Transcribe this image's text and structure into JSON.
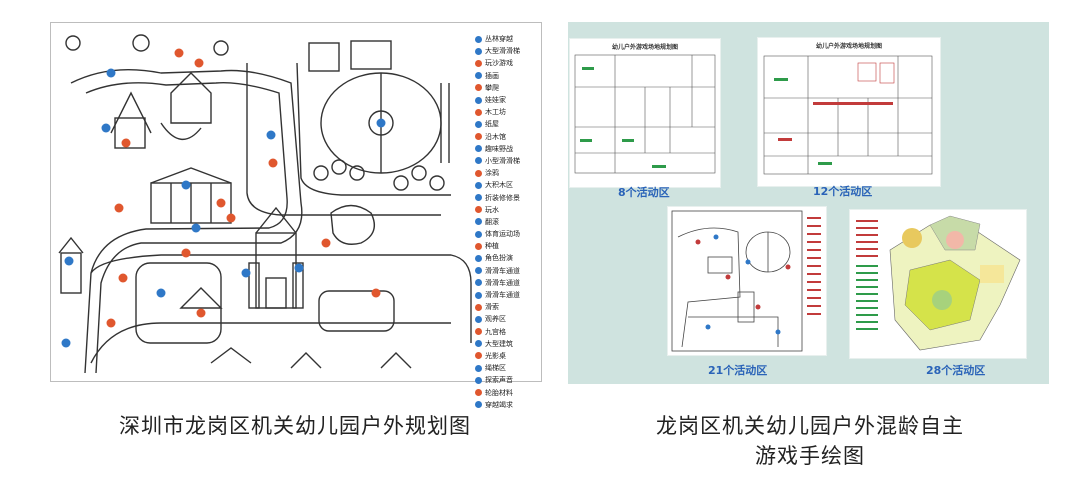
{
  "left_legend": [
    {
      "label": "丛林穿越",
      "color": "#2f78c7"
    },
    {
      "label": "大型滑滑梯",
      "color": "#2f78c7"
    },
    {
      "label": "玩沙游戏",
      "color": "#e0572e"
    },
    {
      "label": "插画",
      "color": "#2f78c7"
    },
    {
      "label": "攀爬",
      "color": "#e0572e"
    },
    {
      "label": "娃娃家",
      "color": "#2f78c7"
    },
    {
      "label": "木工坊",
      "color": "#e0572e"
    },
    {
      "label": "纸屋",
      "color": "#2f78c7"
    },
    {
      "label": "沿木馆",
      "color": "#e0572e"
    },
    {
      "label": "趣味野战",
      "color": "#2f78c7"
    },
    {
      "label": "小型滑滑梯",
      "color": "#2f78c7"
    },
    {
      "label": "涂鸦",
      "color": "#e0572e"
    },
    {
      "label": "大积木区",
      "color": "#2f78c7"
    },
    {
      "label": "折装修修景",
      "color": "#2f78c7"
    },
    {
      "label": "玩水",
      "color": "#e0572e"
    },
    {
      "label": "翻滚",
      "color": "#2f78c7"
    },
    {
      "label": "体育运动场",
      "color": "#2f78c7"
    },
    {
      "label": "种植",
      "color": "#e0572e"
    },
    {
      "label": "角色扮演",
      "color": "#2f78c7"
    },
    {
      "label": "滑滑车通道",
      "color": "#2f78c7"
    },
    {
      "label": "滑滑车通道",
      "color": "#2f78c7"
    },
    {
      "label": "滑滑车通道",
      "color": "#2f78c7"
    },
    {
      "label": "滑索",
      "color": "#e0572e"
    },
    {
      "label": "观养区",
      "color": "#2f78c7"
    },
    {
      "label": "九宫格",
      "color": "#e0572e"
    },
    {
      "label": "大型建筑",
      "color": "#2f78c7"
    },
    {
      "label": "光影桌",
      "color": "#e0572e"
    },
    {
      "label": "绳梯区",
      "color": "#2f78c7"
    },
    {
      "label": "探索声音",
      "color": "#2f78c7"
    },
    {
      "label": "轮胎材料",
      "color": "#e0572e"
    },
    {
      "label": "穿越竭求",
      "color": "#2f78c7"
    }
  ],
  "left_map_markers": [
    {
      "color": "#2f78c7"
    },
    {
      "color": "#e0572e"
    },
    {
      "color": "#e0572e"
    },
    {
      "color": "#2f78c7"
    },
    {
      "color": "#e0572e"
    },
    {
      "color": "#2f78c7"
    },
    {
      "color": "#e0572e"
    },
    {
      "color": "#e0572e"
    },
    {
      "color": "#2f78c7"
    },
    {
      "color": "#e0572e"
    },
    {
      "color": "#e0572e"
    },
    {
      "color": "#2f78c7"
    },
    {
      "color": "#e0572e"
    },
    {
      "color": "#2f78c7"
    },
    {
      "color": "#e0572e"
    },
    {
      "color": "#2f78c7"
    },
    {
      "color": "#e0572e"
    },
    {
      "color": "#2f78c7"
    },
    {
      "color": "#2f78c7"
    },
    {
      "color": "#e0572e"
    },
    {
      "color": "#2f78c7"
    },
    {
      "color": "#e0572e"
    },
    {
      "color": "#2f78c7"
    },
    {
      "color": "#e0572e"
    }
  ],
  "panel_a": {
    "title": "幼儿户外游戏场地规划图",
    "count_label": "8个活动区"
  },
  "panel_b": {
    "title": "幼儿户外游戏场地规划图",
    "count_label": "12个活动区"
  },
  "panel_c": {
    "count_label": "21个活动区"
  },
  "panel_d": {
    "count_label": "28个活动区"
  },
  "captions": {
    "left": "深圳市龙岗区机关幼儿园户外规划图",
    "right_line1": "龙岗区机关幼儿园户外混龄自主",
    "right_line2": "游戏手绘图"
  }
}
